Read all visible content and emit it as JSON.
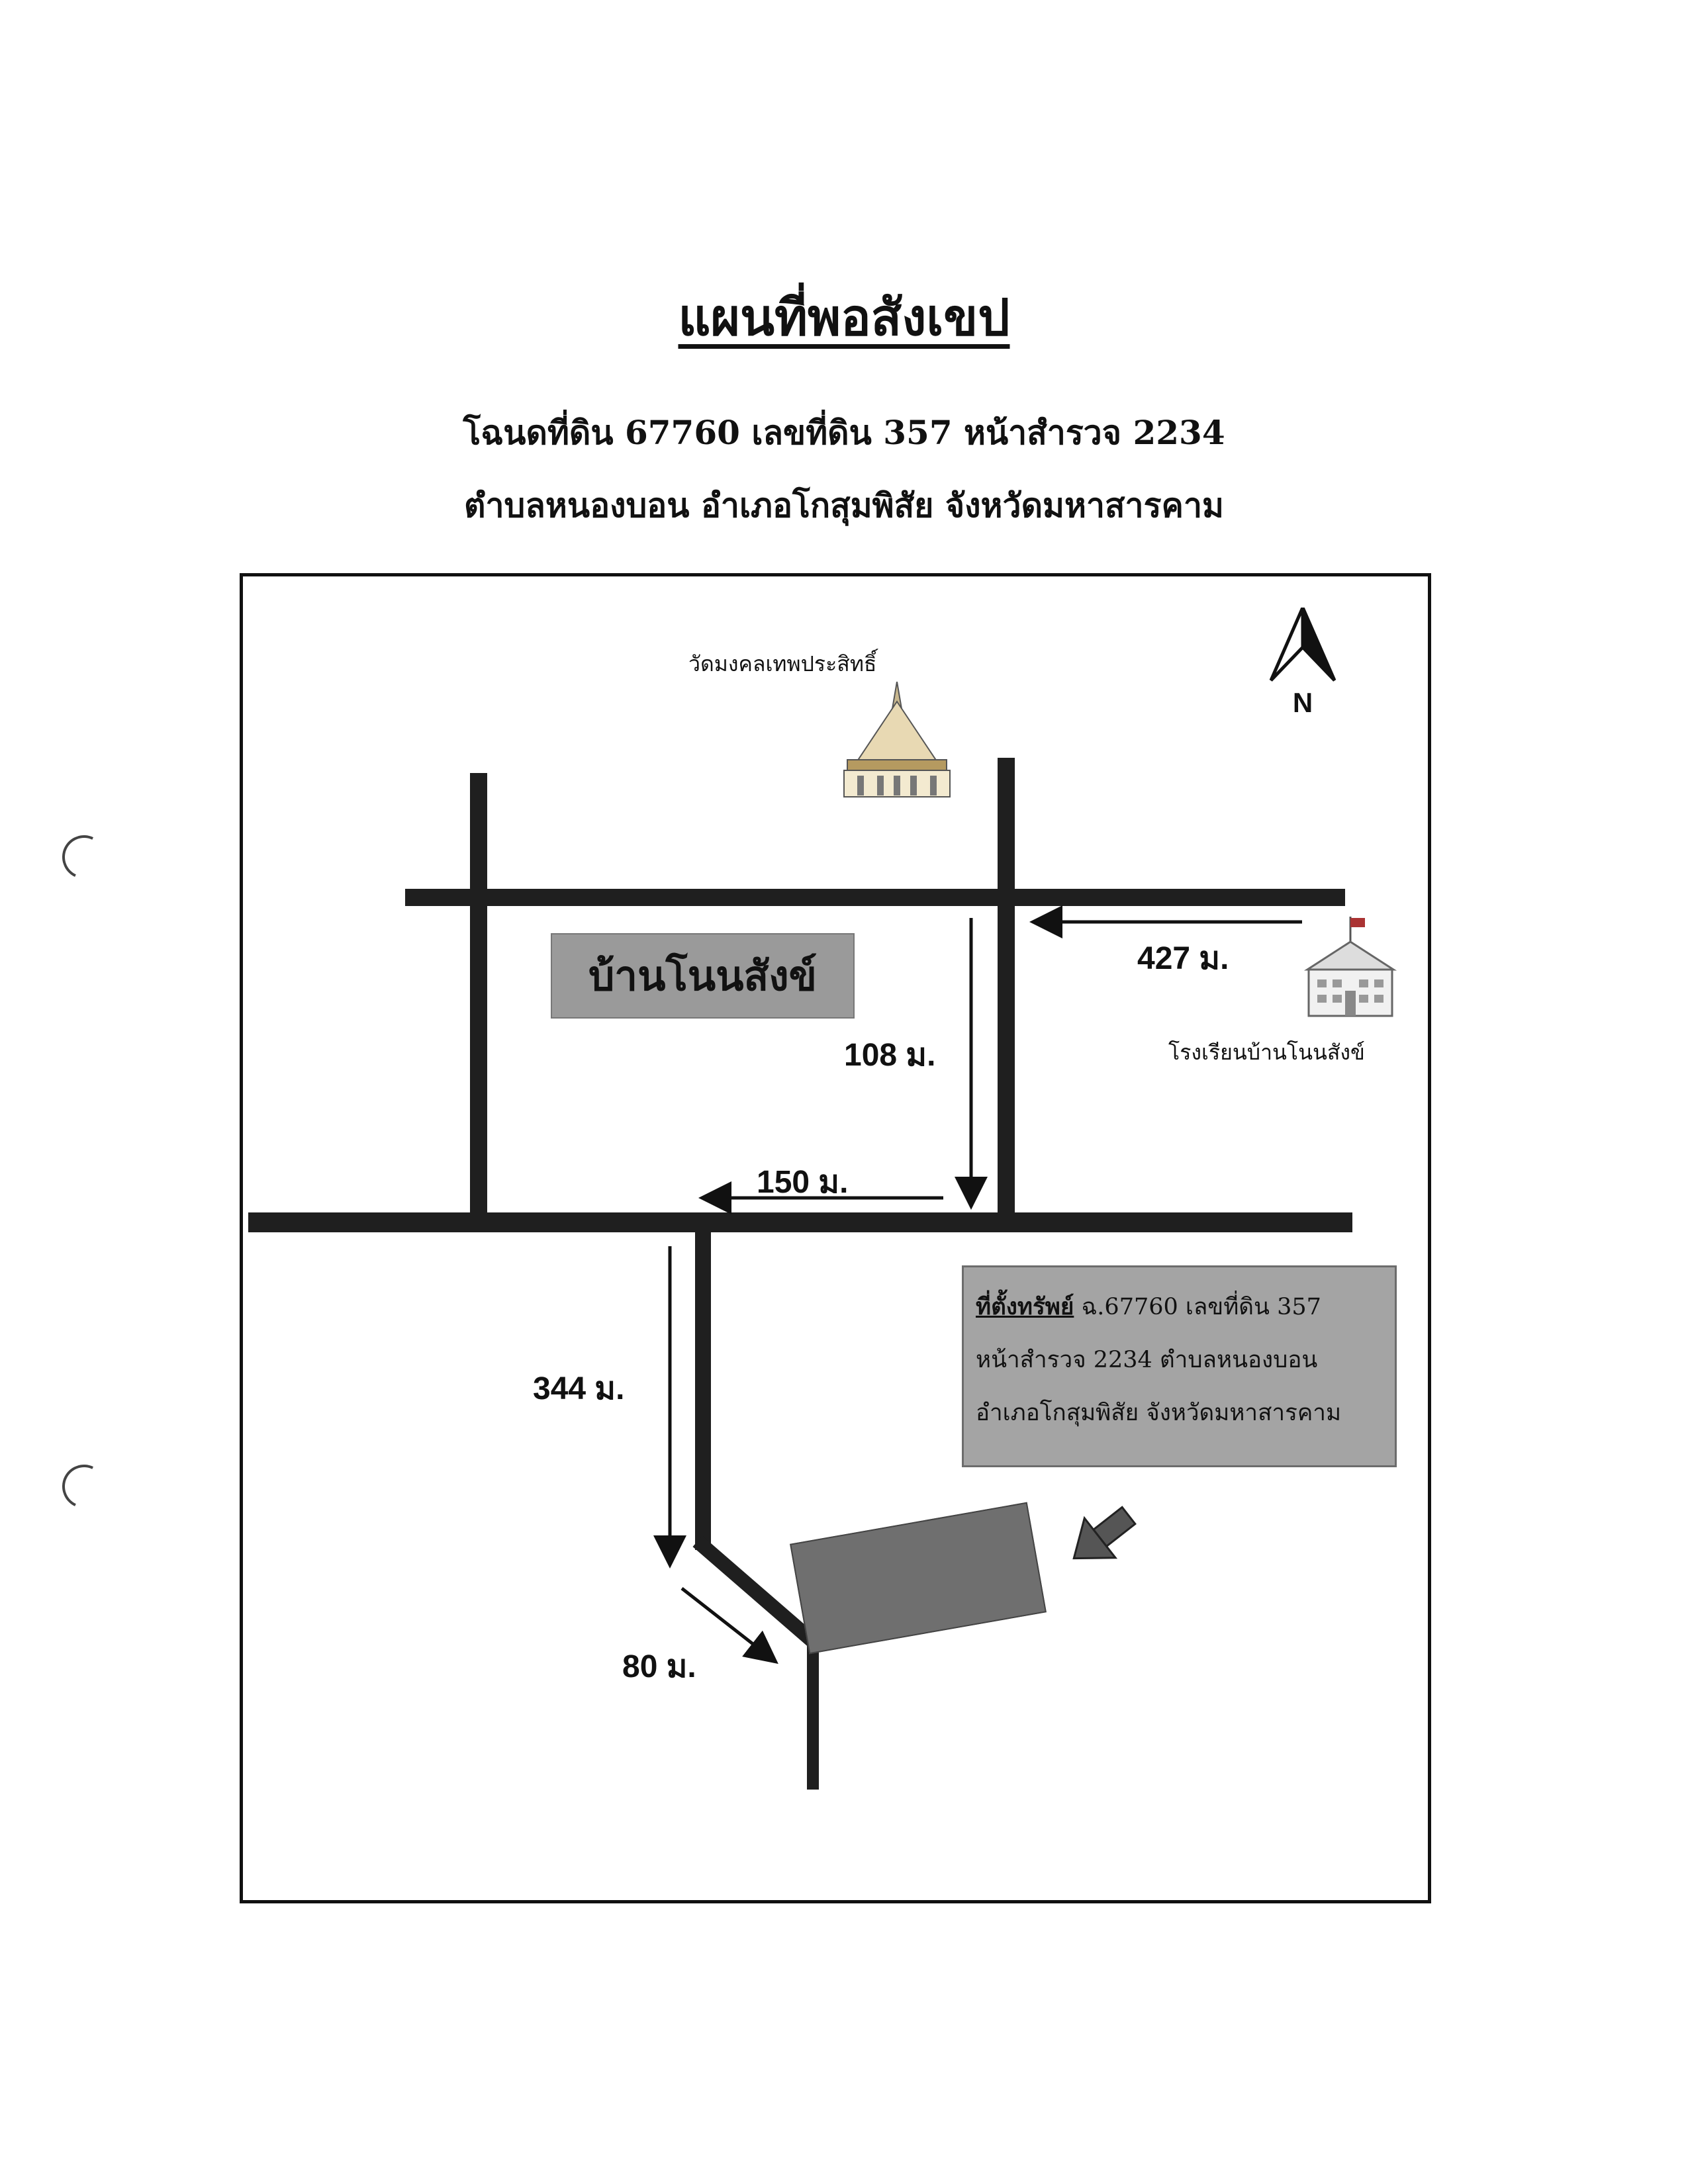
{
  "header": {
    "title": "แผนที่พอสังเขป",
    "line1": "โฉนดที่ดิน  67760  เลขที่ดิน  357  หน้าสำรวจ  2234",
    "line2": "ตำบลหนองบอน   อำเภอโกสุมพิสัย   จังหวัดมหาสารคาม"
  },
  "map": {
    "compass_label": "N",
    "temple_label": "วัดมงคลเทพประสิทธิ์",
    "school_label": "โรงเรียนบ้านโนนสังข์",
    "village_label": "บ้านโนนสังข์",
    "distances": {
      "d427": "427 ม.",
      "d108": "108 ม.",
      "d150": "150 ม.",
      "d344": "344 ม.",
      "d80": "80 ม."
    },
    "info": {
      "lead": "ที่ตั้งทรัพย์",
      "line1_rest": "  ฉ.67760  เลขที่ดิน  357",
      "line2": "หน้าสำรวจ  2234  ตำบลหนองบอน",
      "line3": "อำเภอโกสุมพิสัย   จังหวัดมหาสารคาม"
    }
  },
  "colors": {
    "road": "#1f1f1f",
    "village_box": "#9a9a9a",
    "info_box": "#a4a4a4",
    "plot": "#6f6f6f"
  }
}
